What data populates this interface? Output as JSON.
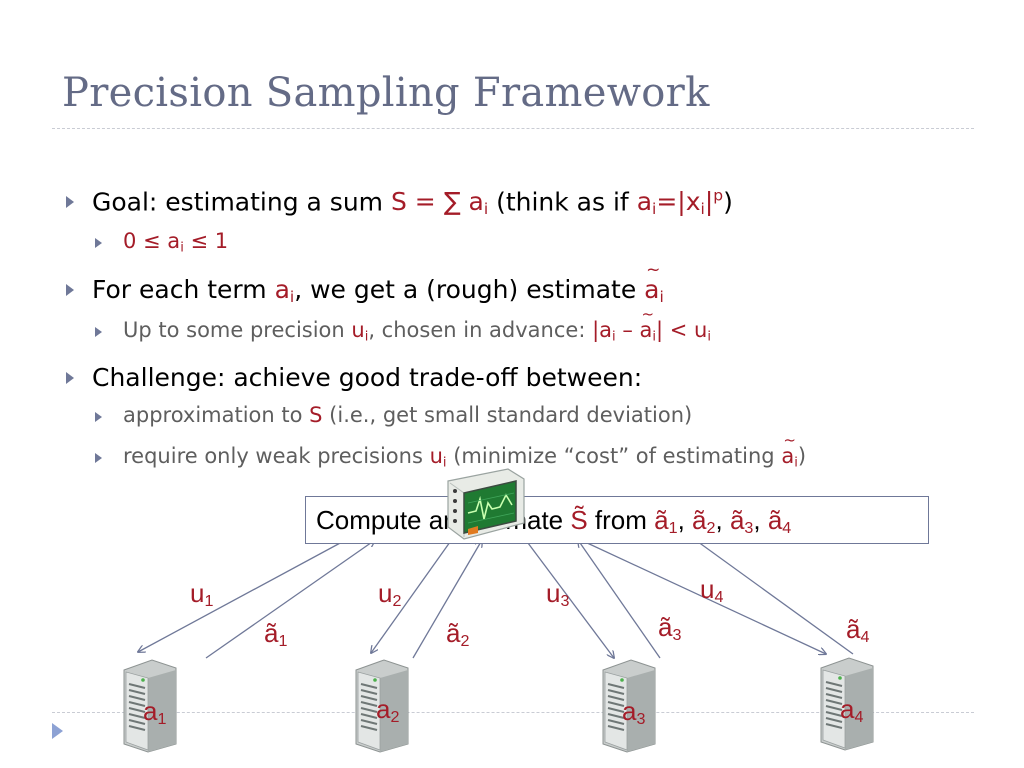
{
  "slide": {
    "title": "Precision Sampling Framework",
    "bullets": {
      "goal": {
        "text": "Goal: estimating a sum ",
        "sum": "S = ∑ a",
        "sum_sub": "i",
        "think": " (think as if ",
        "ai": "a",
        "ai_sub": "i",
        "eq": "=|x",
        "x_sub": "i",
        "bar": "|",
        "p": "p",
        "close": ")"
      },
      "range": {
        "left": "0 ≤ a",
        "sub": "i",
        "right": " ≤ 1"
      },
      "each": {
        "text": "For each term ",
        "a": "a",
        "a_sub": "i",
        "mid": ", we get a (rough) estimate ",
        "a2": "a",
        "tilde": "~",
        "a2_sub": "i"
      },
      "precision": {
        "text": "Up to some precision ",
        "u": "u",
        "u_sub": "i",
        "mid": ", chosen in advance: ",
        "abs_open": "|a",
        "abs_sub1": "i",
        "minus": " – ",
        "a_t": "a",
        "tilde": "~",
        "abs_sub2": "i",
        "abs_close": "| < u",
        "u2_sub": "i"
      },
      "challenge": {
        "text": "Challenge: achieve good trade-off between:"
      },
      "approx": {
        "text": "approximation to ",
        "s": "S",
        "rest": " (i.e., get small standard deviation)"
      },
      "weak": {
        "text": "require only weak precisions ",
        "u": "u",
        "u_sub": "i",
        "mid": " (minimize “cost” of estimating ",
        "a": "a",
        "tilde": "~",
        "a_sub": "i",
        "close": ")"
      }
    },
    "diagram": {
      "box": {
        "text": "Compute an estimate ",
        "s": "S̃",
        "from": " from ",
        "a1": "ã",
        "a1_sub": "1",
        "sep1": ", ",
        "a2": "ã",
        "a2_sub": "2",
        "sep2": ", ",
        "a3": "ã",
        "a3_sub": "3",
        "sep3": ", ",
        "a4": "ã",
        "a4_sub": "4"
      },
      "u_labels": [
        {
          "u": "u",
          "sub": "1"
        },
        {
          "u": "u",
          "sub": "2"
        },
        {
          "u": "u",
          "sub": "3"
        },
        {
          "u": "u",
          "sub": "4"
        }
      ],
      "est_labels": [
        {
          "a": "ã",
          "sub": "1"
        },
        {
          "a": "ã",
          "sub": "2"
        },
        {
          "a": "ã",
          "sub": "3"
        },
        {
          "a": "ã",
          "sub": "4"
        }
      ],
      "server_labels": [
        {
          "a": "a",
          "sub": "1"
        },
        {
          "a": "a",
          "sub": "2"
        },
        {
          "a": "a",
          "sub": "3"
        },
        {
          "a": "a",
          "sub": "4"
        }
      ],
      "icons": [
        "server-icon",
        "monitor-icon",
        "bullet-arrow-icon",
        "play-icon"
      ],
      "colors": {
        "accent": "#a41c28",
        "title": "#646b86",
        "lines": "#6f7898",
        "bullets": "#6f7898",
        "rules": "#c9ccd4",
        "nav": "#8da2d4"
      }
    }
  }
}
